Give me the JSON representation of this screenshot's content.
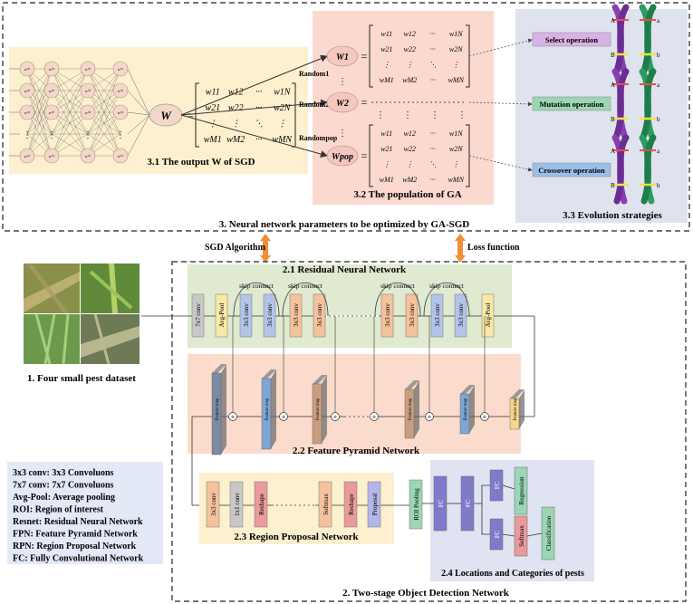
{
  "top_section": {
    "caption": "3. Neural network parameters to be optimized by GA-SGD",
    "sgd_panel": {
      "caption": "3.1 The output W of SGD",
      "w_label": "W",
      "neurons": [
        "w⁽¹⁾",
        "w⁽²⁾",
        "w⁽³⁾",
        "w⁽ⁿ⁾"
      ],
      "matrix_rows": [
        [
          "w11",
          "w12",
          "···",
          "w1N"
        ],
        [
          "w21",
          "w22",
          "···",
          "w2N"
        ],
        [
          "⋮",
          "⋮",
          "⋱",
          "⋮"
        ],
        [
          "wM1",
          "wM2",
          "···",
          "wMN"
        ]
      ]
    },
    "ga_panel": {
      "caption": "3.2 The population of GA",
      "individuals": [
        "W1",
        "W2",
        "Wpop"
      ],
      "random_labels": [
        "Random1",
        "Random2",
        "Randompop"
      ]
    },
    "evolution_panel": {
      "caption": "3.3 Evolution strategies",
      "operations": [
        "Select operation",
        "Mutation operation",
        "Crossover operation"
      ],
      "gene_letters": [
        "A",
        "A",
        "a",
        "B",
        "B",
        "b",
        "b"
      ]
    }
  },
  "links": {
    "sgd_algorithm": "SGD Algorithm",
    "loss_function": "Loss function"
  },
  "dataset": {
    "caption": "1. Four small pest dataset"
  },
  "bottom_section": {
    "caption": "2. Two-stage Object Detection Network",
    "resnet": {
      "caption": "2.1 Residual Neural Network",
      "blocks": [
        "7x7 conv",
        "Avg-Pool",
        "3x3 conv",
        "3x3 conv",
        "3x3 conv",
        "3x3 conv",
        "3x3 conv",
        "3x3 conv",
        "3x3 conv",
        "3x3 conv",
        "Avg-Pool"
      ],
      "skip_label": "skip connect"
    },
    "fpn": {
      "caption": "2.2 Feature Pyramid Network",
      "map_label": "Feature map"
    },
    "rpn": {
      "caption": "2.3 Region Proposal Network",
      "blocks": [
        "3x3 conv",
        "1x1 conv",
        "Reshape",
        "Softmax",
        "Reshape",
        "Proposal"
      ],
      "roi": "ROI Pooling"
    },
    "head": {
      "caption": "2.4 Locations and Categories of pests",
      "blocks": [
        "FC",
        "FC",
        "FC",
        "Regression",
        "FC",
        "Softmax",
        "Classification"
      ]
    }
  },
  "legend": [
    "3x3 conv: 3x3 Convoluons",
    "7x7 conv: 7x7 Convoluons",
    "Avg-Pool: Average pooling",
    "ROI: Region of interest",
    "Resnet: Residual Neural Network",
    "FPN: Feature Pyramid Network",
    "RPN: Region Proposal Network",
    "FC: Fully Convolutional Network"
  ],
  "colors": {
    "sgd_bg": "#fdf0cf",
    "ga_bg": "#fbd9cf",
    "evo_bg": "#dfe3ee",
    "resnet_bg": "#dfead0",
    "fpn_bg": "#fbdccc",
    "rpn_bg": "#fdf0cf",
    "head_bg": "#dfe3f2",
    "legend_bg": "#e3e9f6",
    "arrow": "#f08e3c",
    "neuron": "#f3d8c9",
    "select": "#d9b3e6",
    "mutation": "#9bd6b5",
    "crossover": "#9cbfe9"
  }
}
